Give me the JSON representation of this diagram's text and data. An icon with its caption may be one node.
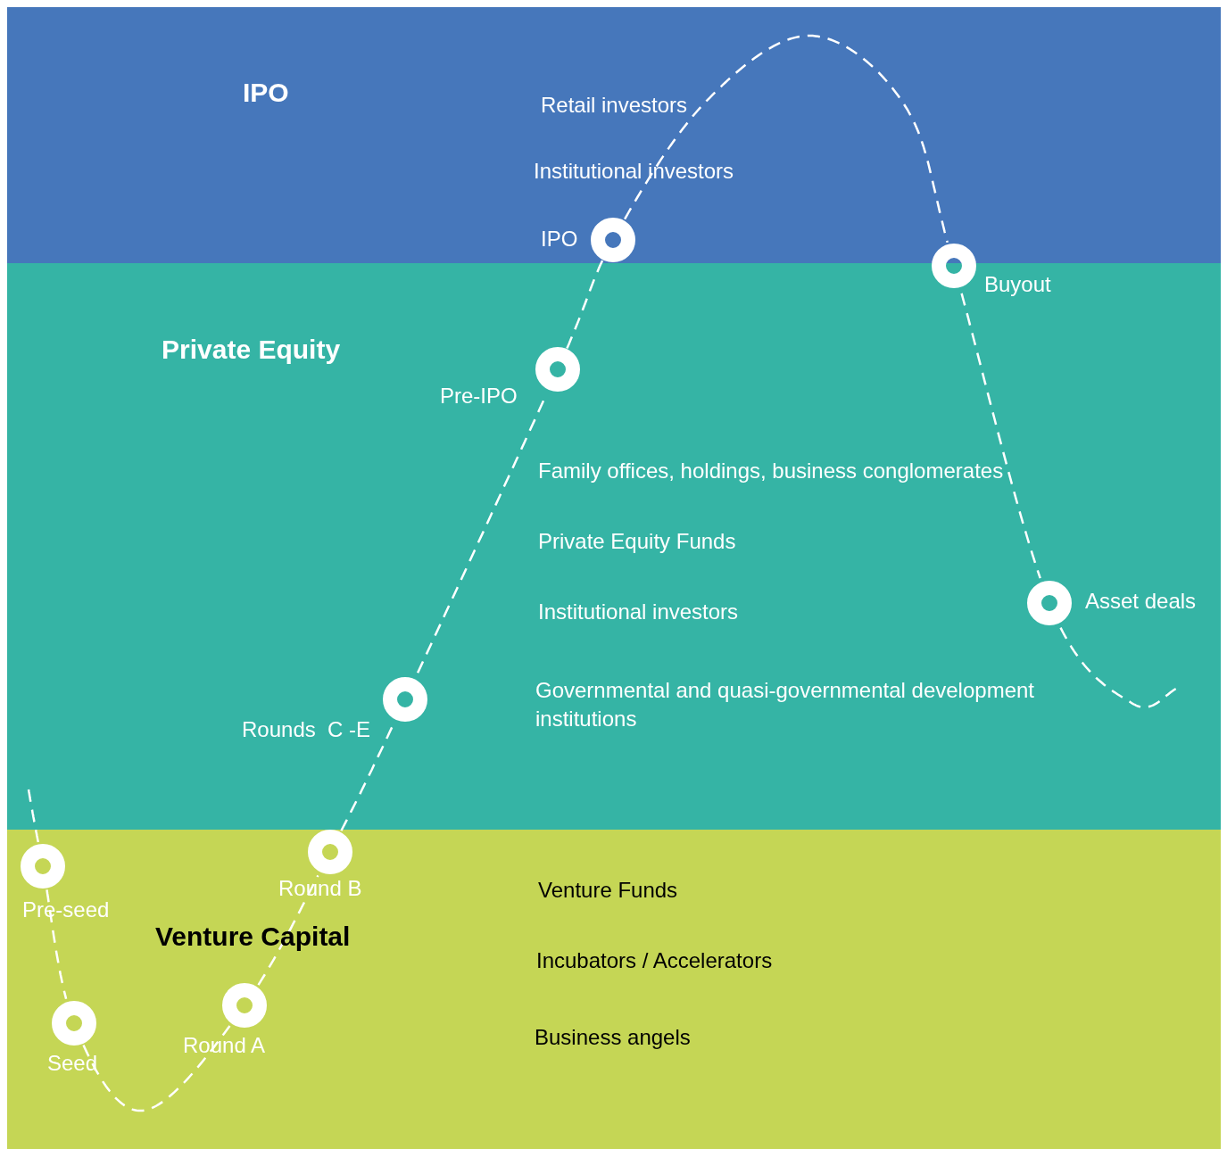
{
  "diagram": {
    "nodes": [
      {
        "text": [
          "IPO",
          "Retail investors",
          "Institutional investors"
        ]
      },
      {
        "text": [
          "Private Equity",
          "Family offices, holdings, business conglomerates",
          "Private Equity Funds",
          "Institutional investors",
          "Governmental and quasi-governmental development institutions"
        ]
      },
      {
        "text": [
          "Venture Capital",
          "Venture Funds",
          "Incubators / Accelerators",
          "Business angels"
        ]
      },
      {
        "text": [],
        "shape": "circle",
        "beside": [
          "Pre-seed"
        ],
        "in": 2
      },
      {
        "text": [],
        "shape": "circle",
        "beside": [
          "Seed"
        ],
        "in": 2
      },
      {
        "text": [],
        "shape": "circle",
        "beside": [
          "Round A"
        ],
        "in": 2
      },
      {
        "text": [],
        "shape": "circle",
        "beside": [
          "Round B"
        ],
        "in": 2
      },
      {
        "text": [],
        "shape": "circle",
        "beside": [
          "Rounds  C -E"
        ],
        "in": 1
      },
      {
        "text": [],
        "shape": "circle",
        "beside": [
          "Pre-IPO"
        ],
        "in": 1
      },
      {
        "text": [],
        "shape": "circle",
        "beside": [
          "IPO"
        ],
        "in": 0
      },
      {
        "text": [],
        "shape": "circle",
        "beside": [
          "Buyout"
        ]
      },
      {
        "text": [],
        "shape": "circle",
        "beside": [
          "Asset deals"
        ],
        "in": 1
      }
    ],
    "edges": [
      {
        "from": null,
        "to": 3,
        "arrow": "none",
        "style": "dashed"
      },
      {
        "from": 3,
        "to": 4,
        "arrow": "none",
        "style": "dashed"
      },
      {
        "from": 4,
        "to": 5,
        "arrow": "none",
        "style": "dashed"
      },
      {
        "from": 5,
        "to": 6,
        "arrow": "none",
        "style": "dashed"
      },
      {
        "from": 6,
        "to": 7,
        "arrow": "none",
        "style": "dashed"
      },
      {
        "from": 7,
        "to": 8,
        "arrow": "none",
        "style": "dashed"
      },
      {
        "from": 8,
        "to": 9,
        "arrow": "none",
        "style": "dashed"
      },
      {
        "from": 9,
        "to": 10,
        "arrow": "none",
        "style": "dashed"
      },
      {
        "from": 10,
        "to": 11,
        "arrow": "none",
        "style": "dashed"
      },
      {
        "from": 11,
        "to": null,
        "arrow": "none",
        "style": "dashed"
      }
    ]
  }
}
